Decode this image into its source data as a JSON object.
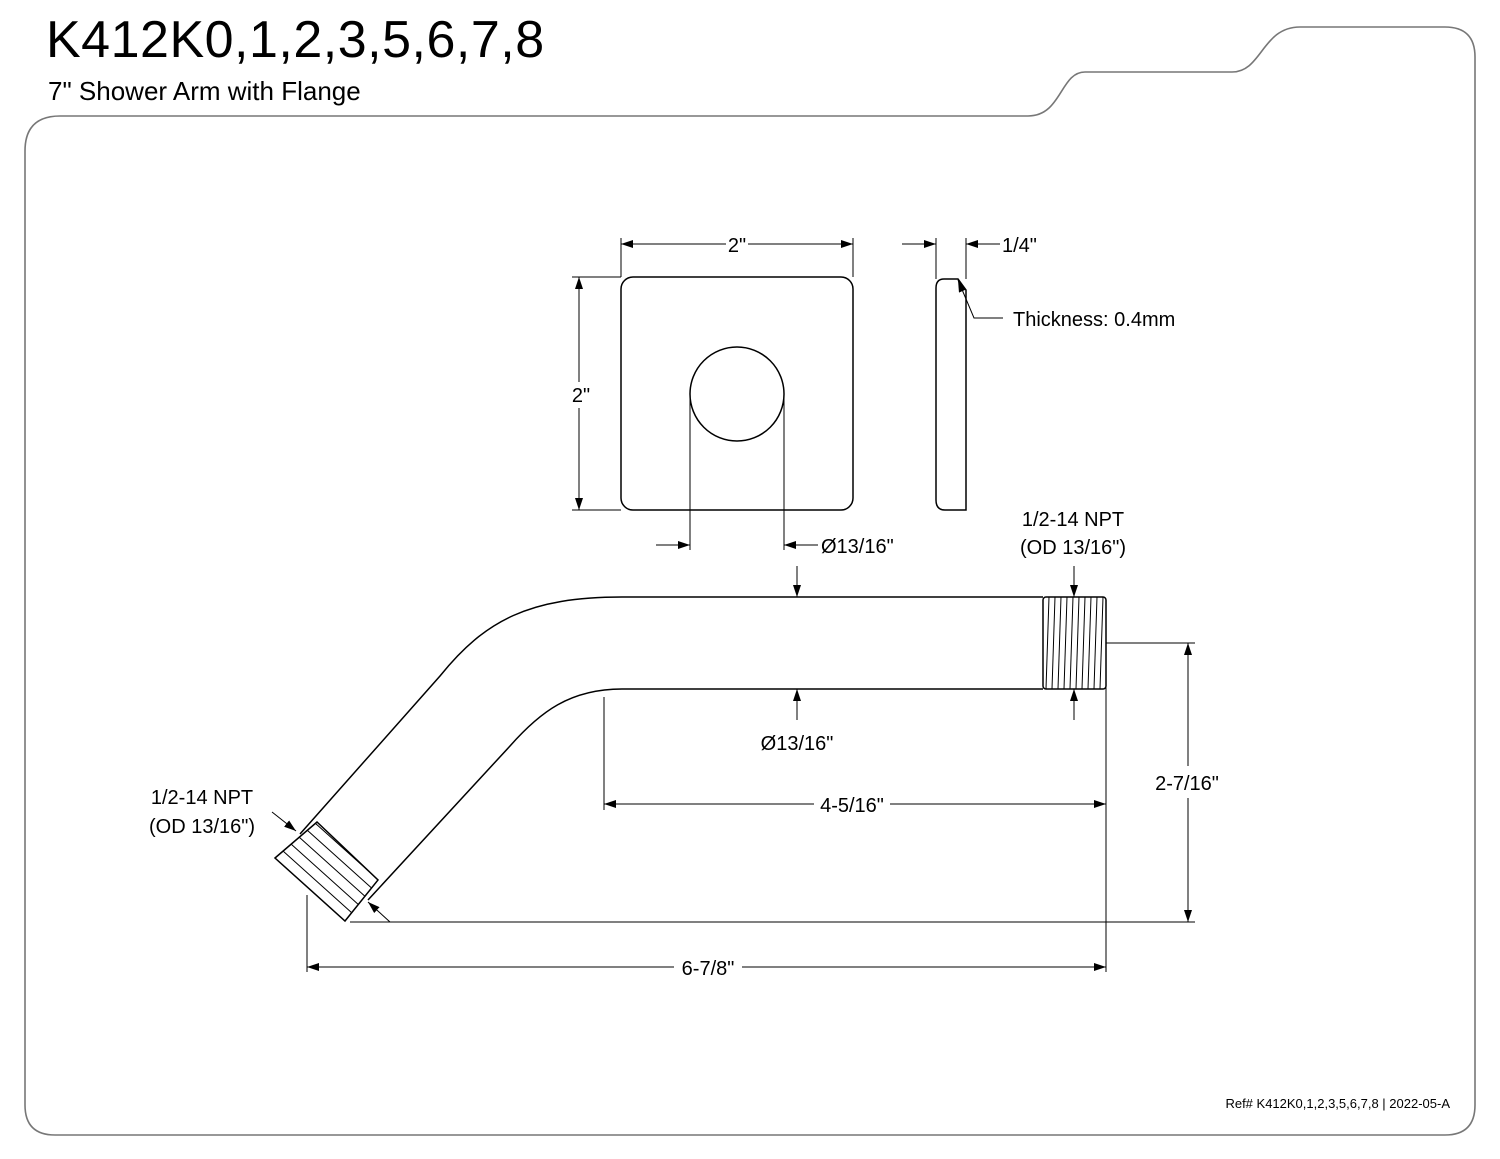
{
  "header": {
    "title": "K412K0,1,2,3,5,6,7,8",
    "subtitle": "7\" Shower Arm with Flange"
  },
  "flange": {
    "width": "2\"",
    "height": "2\"",
    "depth": "1/4\"",
    "thickness": "Thickness: 0.4mm",
    "hole_diameter": "Ø13/16\""
  },
  "arm": {
    "outer_diameter": "Ø13/16\"",
    "thread_right_line1": "1/2-14 NPT",
    "thread_right_line2": "(OD 13/16\")",
    "thread_left_line1": "1/2-14 NPT",
    "thread_left_line2": "(OD 13/16\")",
    "straight_length": "4-5/16\"",
    "drop_height": "2-7/16\"",
    "total_length": "6-7/8\""
  },
  "footer": {
    "ref": "Ref# K412K0,1,2,3,5,6,7,8 | 2022-05-A"
  }
}
